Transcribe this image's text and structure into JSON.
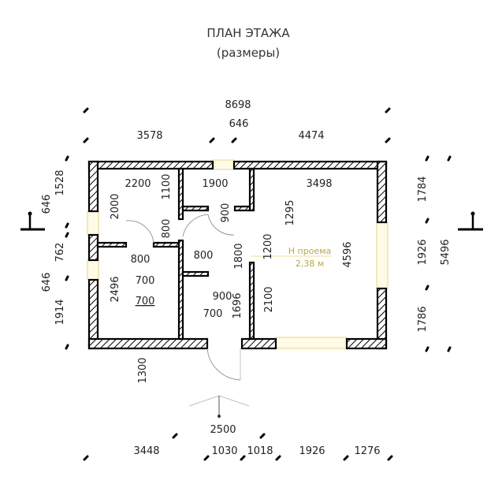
{
  "title": {
    "line1": "ПЛАН ЭТАЖА",
    "line2": "(размеры)"
  },
  "dimensions": {
    "top": {
      "overall": "8698",
      "left": "3578",
      "door": "646",
      "right": "4474"
    },
    "bottom": {
      "porch": "2500",
      "d1": "3448",
      "d2": "1030",
      "d3": "1018",
      "d4": "1926",
      "d5": "1276"
    },
    "left": {
      "d1": "1528",
      "d2": "646",
      "d3": "762",
      "d4": "646",
      "d5": "1914"
    },
    "right": {
      "d1": "1784",
      "d2": "1926",
      "d3": "1786",
      "overall": "5496"
    },
    "interior": {
      "r1_w": "2200",
      "r1_h": "2000",
      "wall_1100": "1100",
      "hall_w": "1900",
      "room_w": "3498",
      "door_900a": "900",
      "d_1295": "1295",
      "d_800v": "800",
      "d_800a": "800",
      "d_800b": "800",
      "d_1200": "1200",
      "d_1800": "1800",
      "d_4596": "4596",
      "d_2496": "2496",
      "d_700a": "700",
      "d_700b": "700",
      "d_900b": "900",
      "d_700c": "700",
      "d_1696": "1696",
      "d_2100": "2100",
      "d_1300": "1300"
    },
    "opening_note": {
      "line1": "Н проема",
      "line2": "2,38 м"
    }
  },
  "colors": {
    "wall": "#000000",
    "window": "#e8dc9a"
  }
}
